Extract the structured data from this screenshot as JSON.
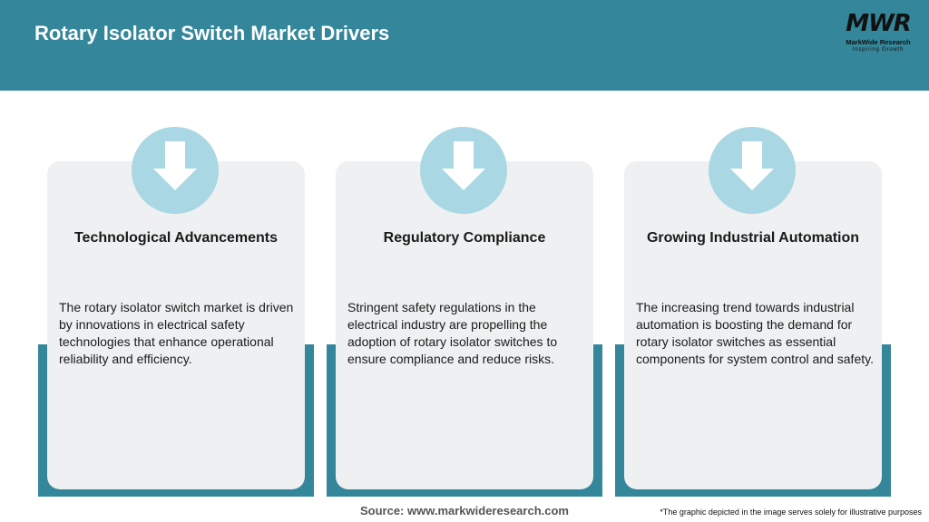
{
  "header": {
    "title": "Rotary Isolator Switch Market Drivers"
  },
  "logo": {
    "mark": "MWR",
    "name": "MarkWide Research",
    "tagline": "Inspiring Growth"
  },
  "colors": {
    "header_bg": "#34869a",
    "accent_shadow": "#34869a",
    "card_bg": "#eef0f1",
    "icon_circle": "#a9d8e4"
  },
  "cards": [
    {
      "icon": "down-arrow-icon",
      "title": "Technological Advancements",
      "text": "The rotary isolator switch market is driven by innovations in electrical safety technologies that enhance operational reliability and efficiency."
    },
    {
      "icon": "down-arrow-icon",
      "title": "Regulatory Compliance",
      "text": "Stringent safety regulations in the electrical industry are propelling the adoption of rotary isolator switches to ensure compliance and reduce risks."
    },
    {
      "icon": "down-arrow-icon",
      "title": "Growing Industrial Automation",
      "text": "The increasing trend towards industrial automation is boosting the demand for rotary isolator switches as essential components for system control and safety."
    }
  ],
  "footer": {
    "source": "Source: www.markwideresearch.com",
    "disclaimer": "*The graphic depicted in the image serves solely for illustrative purposes"
  }
}
